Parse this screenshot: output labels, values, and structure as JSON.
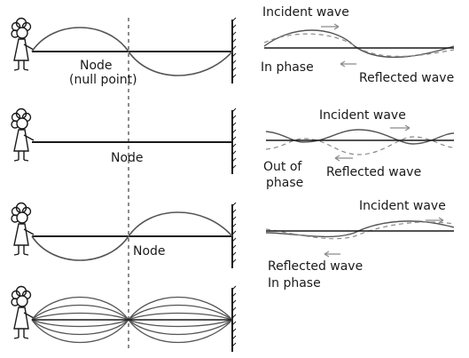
{
  "colors": {
    "ink": "#1a1a1a",
    "wave": "#555555",
    "dashed": "#8a8a8a",
    "background": "#ffffff"
  },
  "panels": [
    {
      "id": "panel-1",
      "left_label_1": "Node",
      "left_label_2": "(null point)",
      "incident_label": "Incident wave",
      "phase_label": "In phase",
      "reflected_label": "Reflected wave"
    },
    {
      "id": "panel-2",
      "left_label_1": "Node",
      "incident_label": "Incident wave",
      "phase_label_1": "Out of",
      "phase_label_2": "phase",
      "reflected_label": "Reflected wave"
    },
    {
      "id": "panel-3",
      "left_label_1": "Node",
      "incident_label": "Incident wave",
      "reflected_label": "Reflected wave",
      "phase_label": "In phase"
    },
    {
      "id": "panel-4"
    }
  ]
}
